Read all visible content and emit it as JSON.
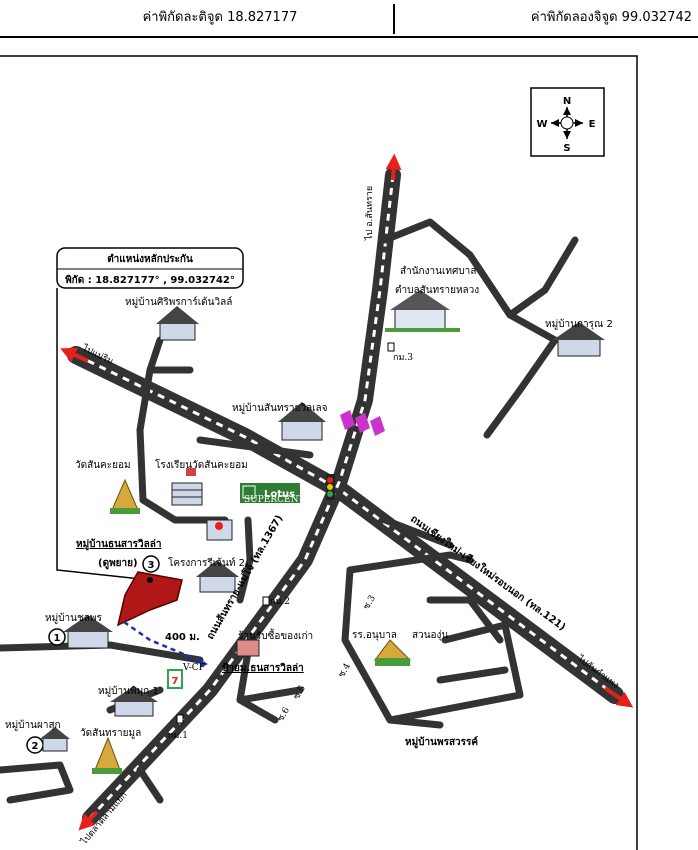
{
  "header": {
    "latitude": "ค่าพิกัดละติจูด 18.827177",
    "longitude": "ค่าพิกัดลองจิจูด 99.032742"
  },
  "compass": {
    "n": "N",
    "s": "S",
    "e": "E",
    "w": "W"
  },
  "callout": {
    "title": "ตำแหน่งหลักประกัน",
    "coords": "พิกัด : 18.827177° , 99.032742°"
  },
  "places": {
    "siriporn": "หมู่บ้านศิริพรการ์เด้นวิลล์",
    "sansaivillage": "หมู่บ้านสันทรายวิลเลจ",
    "municipal1": "สำนักงานเทศบาล",
    "municipal2": "ตำบลสันทรายหลวง",
    "karun": "หมู่บ้านการุณ 2",
    "watsankayom": "วัดสันคะยอม",
    "school": "โรงเรียนวัดสันคะยอม",
    "lotus": "Lotus",
    "lotus_sub": "SUPERCENTER",
    "thanasarn1": "หมู่บ้านธนสารวิลล่า",
    "thanasarn2": "(ดูพยาย)",
    "project2": "โครงการรีเจ้นท์ 2",
    "chollada": "หมู่บ้านชลพร",
    "distance": "400 ม.",
    "shop": "ร้านรับซื้อของเก่า",
    "village_entry": "ป้ายม.ธนสารวิลล่า",
    "school2": "รร.อนุบาล",
    "garden": "สวนองุ่น",
    "pim": "หมู่บ้านพิมุก 1",
    "phasuk": "หมู่บ้านผาสุก",
    "watsansai": "วัดสันทรายมูล",
    "pornsawan": "หมู่บ้านพรสวรรค์",
    "road_main": "ถนนเชียงใหม่-เชียงใหม่รอบนอก (ทล.121)",
    "road_sansai": "ถนนสันทราย-แม่โจ้ (ทล.1367)",
    "to_sansai": "ไป อ.สันทราย",
    "to_maerim": "ไปแม่ริม",
    "to_sankamphaeng": "ไปสันกำแพง",
    "to_chiangmai": "ไปตลาดสามแยก",
    "km1": "กม.1",
    "km2": "กม.2",
    "km3": "กม.3",
    "soi3": "ซ.3",
    "soi4": "ซ.4",
    "soi5": "ซ.5",
    "soi6": "ซ.6",
    "seven": "7",
    "vcf": "V-CF"
  },
  "markers": {
    "m1": "1",
    "m2": "2",
    "m3": "3"
  },
  "colors": {
    "road": "#333333",
    "arrow": "#e8201c",
    "property": "#b01818",
    "route": "#1a2fb0",
    "lotus_green": "#2e7d32",
    "billboard": "#cc33cc"
  }
}
